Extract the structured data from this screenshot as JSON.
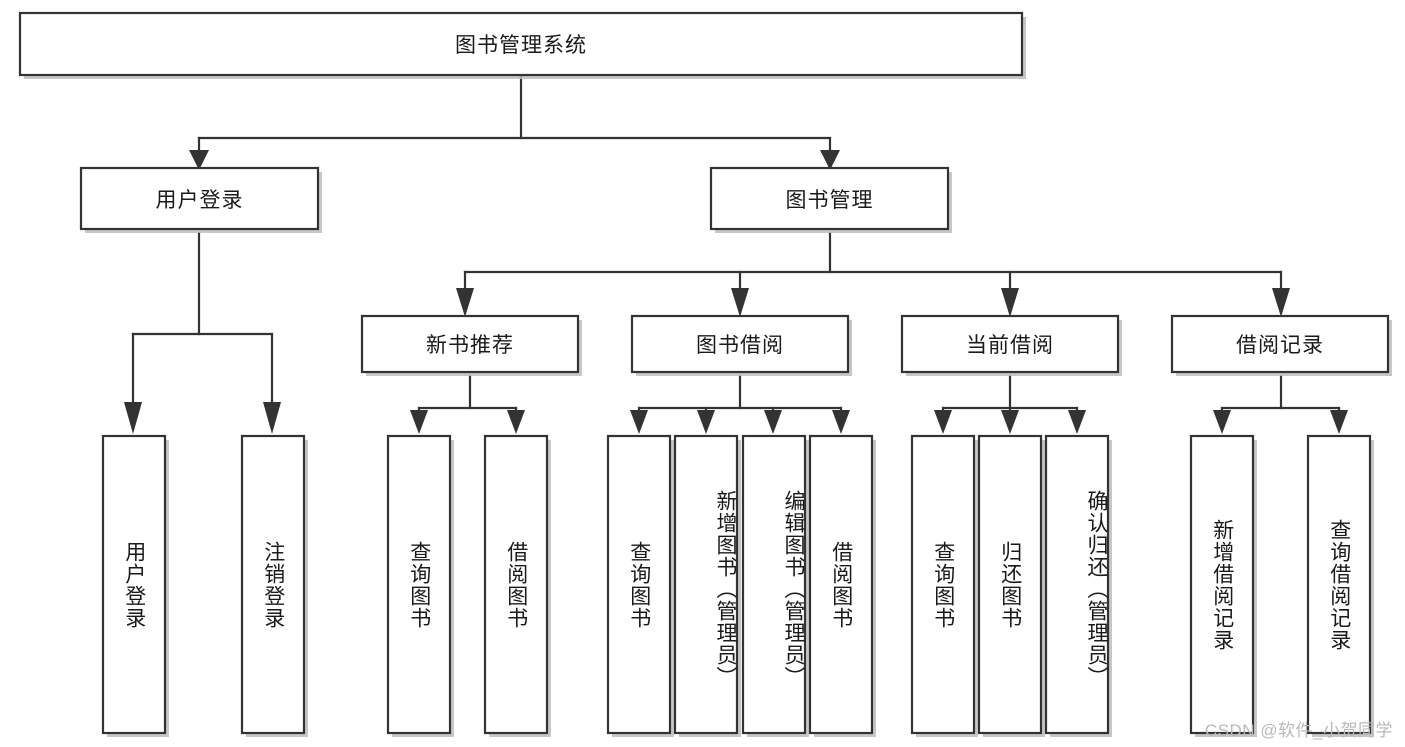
{
  "diagram": {
    "type": "tree-hierarchy",
    "title": "图书管理系统",
    "colors": {
      "stroke": "#333333",
      "fill": "#ffffff",
      "text": "#1a1a1a",
      "shadow": "#bdbdbd",
      "watermark": "#b9b9b9"
    },
    "root": {
      "label": "图书管理系统"
    },
    "level2": [
      {
        "label": "用户登录"
      },
      {
        "label": "图书管理"
      }
    ],
    "level3": [
      {
        "label": "新书推荐"
      },
      {
        "label": "图书借阅"
      },
      {
        "label": "当前借阅"
      },
      {
        "label": "借阅记录"
      }
    ],
    "leaves": {
      "user_login": [
        {
          "label": "用户登录"
        },
        {
          "label": "注销登录"
        }
      ],
      "new_book_recommend": [
        {
          "label": "查询图书"
        },
        {
          "label": "借阅图书"
        }
      ],
      "book_borrow": [
        {
          "label": "查询图书"
        },
        {
          "label": "新增图书（管理员）"
        },
        {
          "label": "编辑图书（管理员）"
        },
        {
          "label": "借阅图书"
        }
      ],
      "current_borrow": [
        {
          "label": "查询图书"
        },
        {
          "label": "归还图书"
        },
        {
          "label": "确认归还（管理员）"
        }
      ],
      "borrow_record": [
        {
          "label": "新增借阅记录"
        },
        {
          "label": "查询借阅记录"
        }
      ]
    }
  },
  "watermark": {
    "text": "CSDN @软件_小贺同学"
  }
}
